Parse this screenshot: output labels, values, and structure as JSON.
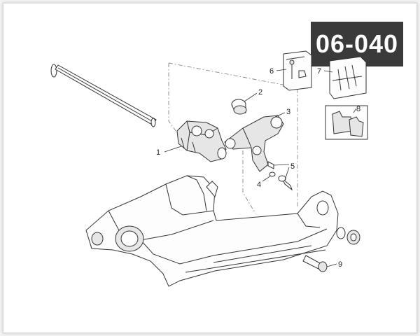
{
  "diagram": {
    "code": "06-040",
    "callouts": [
      {
        "number": "1"
      },
      {
        "number": "2"
      },
      {
        "number": "3"
      },
      {
        "number": "4"
      },
      {
        "number": "5"
      },
      {
        "number": "6"
      },
      {
        "number": "7"
      },
      {
        "number": "8"
      },
      {
        "number": "9"
      }
    ]
  }
}
